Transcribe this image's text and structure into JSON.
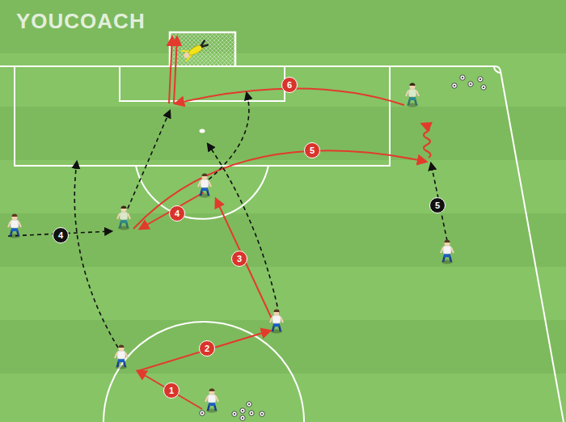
{
  "diagram": {
    "labels": [
      "YOUCOACH",
      "6",
      "5",
      "5",
      "4",
      "4",
      "3",
      "2",
      "1"
    ]
  }
}
